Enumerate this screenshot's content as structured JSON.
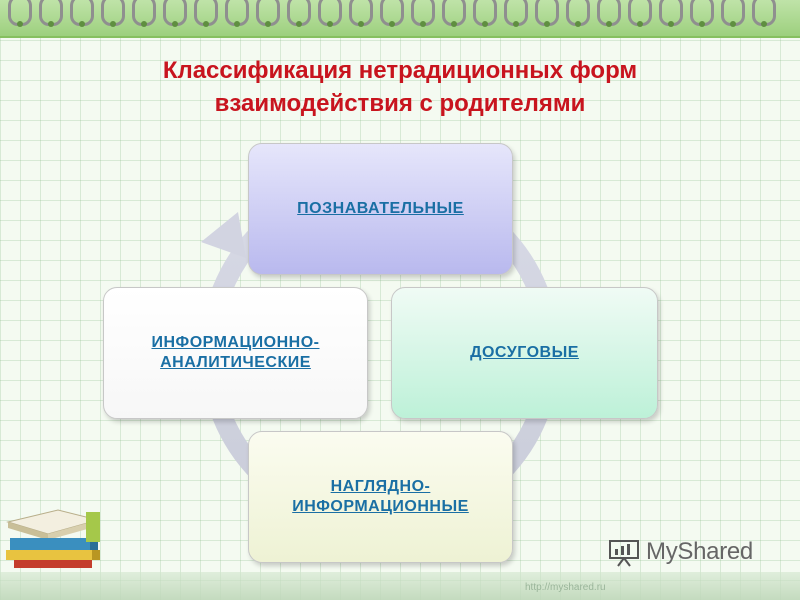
{
  "title": {
    "line1": "Классификация нетрадиционных  форм",
    "line2": "взаимодействия с родителями"
  },
  "boxes": {
    "top": {
      "line1": "ПОЗНАВАТЕЛЬНЫЕ"
    },
    "right": {
      "line1": "ДОСУГОВЫЕ"
    },
    "left": {
      "line1": "ИНФОРМАЦИОННО-",
      "line2": "АНАЛИТИЧЕСКИЕ"
    },
    "bottom": {
      "line1": "НАГЛЯДНО-",
      "line2": "ИНФОРМАЦИОННЫЕ"
    }
  },
  "watermark": {
    "logo_text": "MyShared",
    "url": "http://myshared.ru"
  },
  "colors": {
    "title": "#c8141e",
    "link_text": "#1a6fa4",
    "top_strip": "#9dd07e"
  }
}
